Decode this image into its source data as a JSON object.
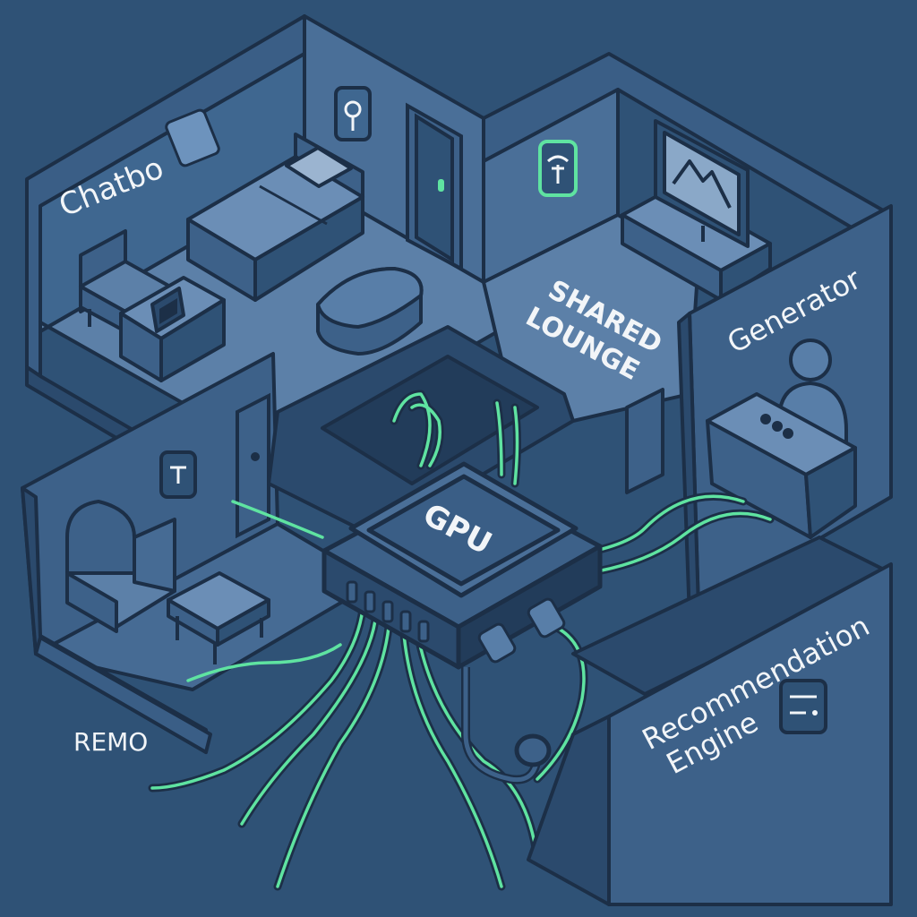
{
  "rooms": {
    "chatbot": {
      "label": "Chatbo"
    },
    "lounge": {
      "label_line1": "SHARED",
      "label_line2": "LOUNGE"
    },
    "generator": {
      "label": "Generator"
    },
    "recommendation": {
      "label_line1": "Recommendation",
      "label_line2": "Engine"
    },
    "remote": {
      "label": "REMO"
    }
  },
  "core": {
    "label": "GPU"
  },
  "icons": {
    "chatbot_wall_sign": "keyhole-sign-icon",
    "lounge_wall_sign": "tesla-sign-icon",
    "remote_wall_sign": "t-sign-icon",
    "recommendation_panel": "server-panel-icon",
    "generator_monitor": "mountain-image-icon"
  },
  "colors": {
    "background": "#2f5276",
    "wall": "#3d6189",
    "floor": "#587ea8",
    "outline": "#1c2f47",
    "trace": "#5fe3a1",
    "label": "#f2f5f8"
  }
}
